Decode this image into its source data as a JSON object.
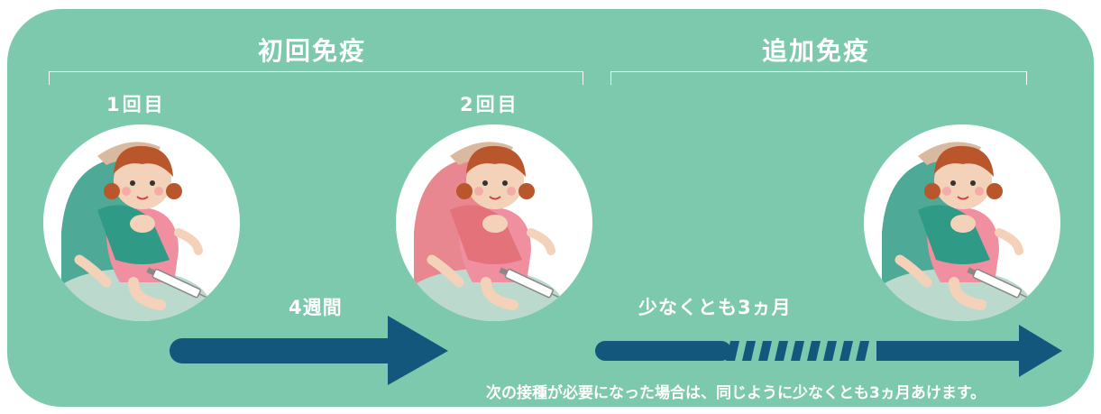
{
  "colors": {
    "panel": "#7cc9ad",
    "text": "#ffffff",
    "arrow": "#13577d",
    "shirt_dose1": "#2f9a85",
    "shirt_dose2": "#e4727b",
    "shirt_booster": "#2f9a85"
  },
  "primary": {
    "title": "初回免疫",
    "dose1_label": "1回目",
    "dose2_label": "2回目",
    "interval": "4週間"
  },
  "booster": {
    "title": "追加免疫",
    "interval": "少なくとも3ヵ月"
  },
  "note": "次の接種が必要になった場合は、同じように少なくとも3ヵ月あけます。",
  "icons": {
    "dose1": "child-vaccination-icon",
    "dose2": "child-vaccination-icon",
    "booster": "child-vaccination-icon"
  }
}
